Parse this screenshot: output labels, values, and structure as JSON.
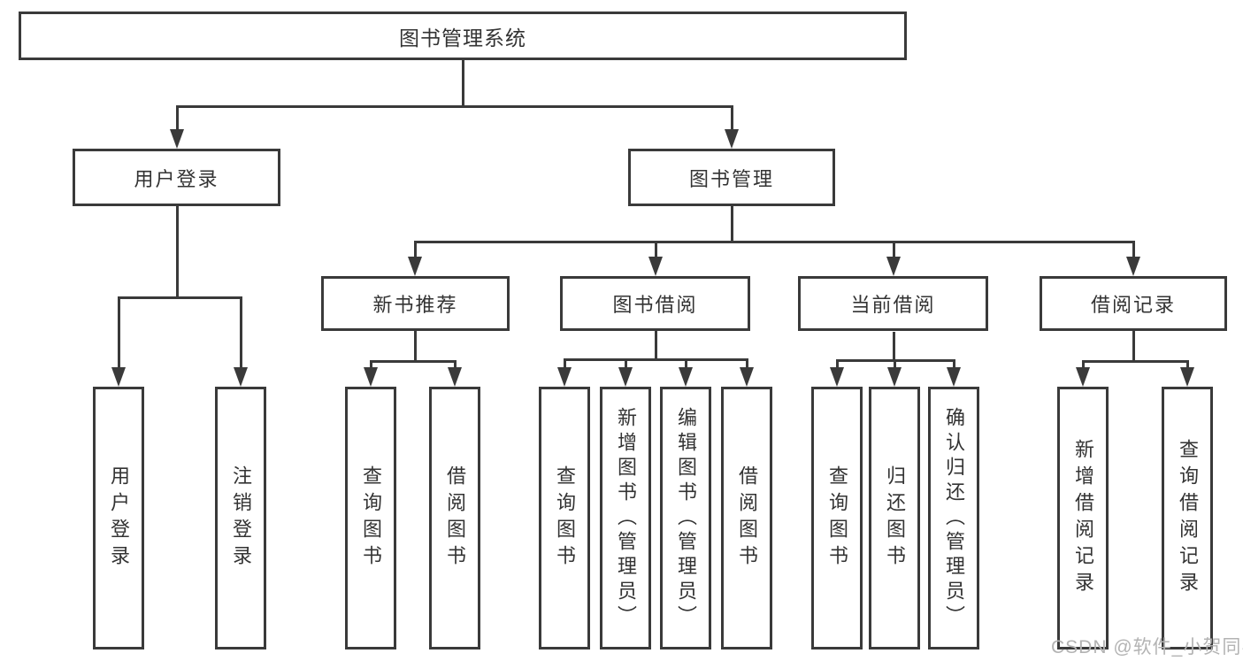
{
  "diagram": {
    "type": "hierarchy-tree",
    "tree": {
      "label": "图书管理系统",
      "children": [
        {
          "label": "用户登录",
          "children": [
            {
              "label": "用户登录"
            },
            {
              "label": "注销登录"
            }
          ]
        },
        {
          "label": "图书管理",
          "children": [
            {
              "label": "新书推荐",
              "children": [
                {
                  "label": "查询图书"
                },
                {
                  "label": "借阅图书"
                }
              ]
            },
            {
              "label": "图书借阅",
              "children": [
                {
                  "label": "查询图书"
                },
                {
                  "label": "新增图书（管理员）"
                },
                {
                  "label": "编辑图书（管理员）"
                },
                {
                  "label": "借阅图书"
                }
              ]
            },
            {
              "label": "当前借阅",
              "children": [
                {
                  "label": "查询图书"
                },
                {
                  "label": "归还图书"
                },
                {
                  "label": "确认归还（管理员）"
                }
              ]
            },
            {
              "label": "借阅记录",
              "children": [
                {
                  "label": "新增借阅记录"
                },
                {
                  "label": "查询借阅记录"
                }
              ]
            }
          ]
        }
      ]
    }
  },
  "nodes": {
    "root": "图书管理系统",
    "user_login": "用户登录",
    "book_management": "图书管理",
    "new_book_recommend": "新书推荐",
    "book_borrowing": "图书借阅",
    "current_borrowing": "当前借阅",
    "borrowing_records": "借阅记录"
  },
  "leaves": {
    "user_login": "用户登录",
    "logout": "注销登录",
    "query_books_a": "查询图书",
    "borrow_books_a": "借阅图书",
    "query_books_b": "查询图书",
    "add_books_admin": "新增图书（管理员）",
    "edit_books_admin": "编辑图书（管理员）",
    "borrow_books_b": "借阅图书",
    "query_books_c": "查询图书",
    "return_books": "归还图书",
    "confirm_return_admin": "确认归还（管理员）",
    "add_borrow_record": "新增借阅记录",
    "query_borrow_record": "查询借阅记录"
  },
  "watermark": "CSDN @软件_小贺同学",
  "colors": {
    "line": "#3a3a3a",
    "text": "#333333",
    "watermark": "#b3b3b3",
    "background": "#ffffff"
  }
}
